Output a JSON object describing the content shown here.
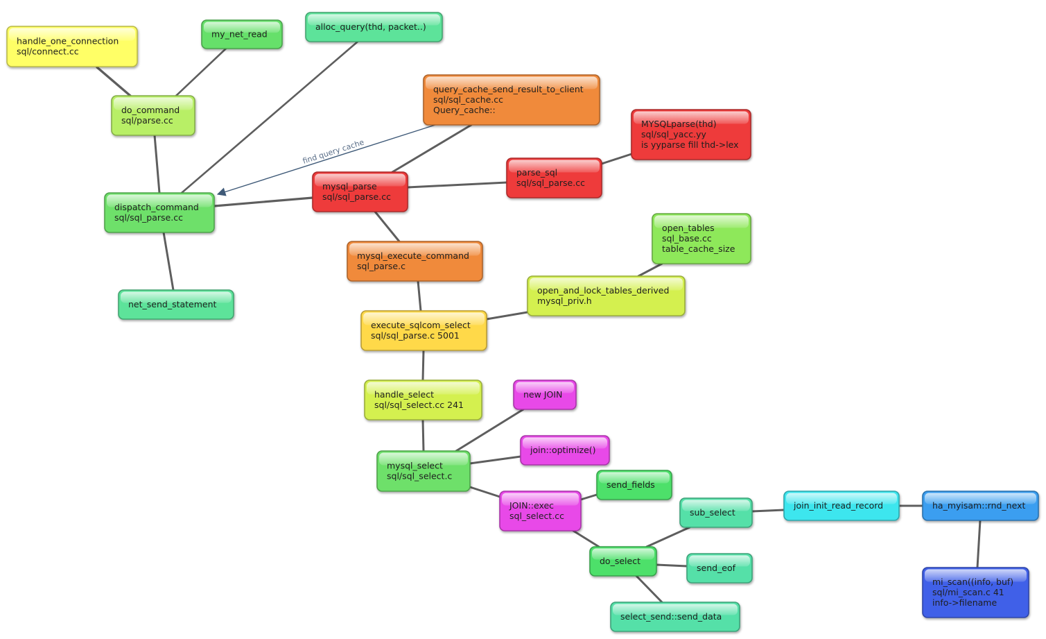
{
  "nodes": [
    {
      "id": "handle_one_connection",
      "lines": [
        "handle_one_connection",
        "sql/connect.cc"
      ],
      "color": "#ffff66"
    },
    {
      "id": "my_net_read",
      "lines": [
        "my_net_read"
      ],
      "color": "#66e06a"
    },
    {
      "id": "alloc_query",
      "lines": [
        "alloc_query(thd, packet..)"
      ],
      "color": "#5de39a"
    },
    {
      "id": "do_command",
      "lines": [
        "do_command",
        "sql/parse.cc"
      ],
      "color": "#b8ef66"
    },
    {
      "id": "query_cache_send_result_to_client",
      "lines": [
        "query_cache_send_result_to_client",
        "sql/sql_cache.cc",
        "Query_cache::"
      ],
      "color": "#f08a3a"
    },
    {
      "id": "MYSQLparse",
      "lines": [
        "MYSQLparse(thd)",
        "sql/sql_yacc.yy",
        "is yyparse fill thd->lex"
      ],
      "color": "#ee3b3b"
    },
    {
      "id": "dispatch_command",
      "lines": [
        "dispatch_command",
        "sql/sql_parse.cc"
      ],
      "color": "#6ee06a"
    },
    {
      "id": "mysql_parse",
      "lines": [
        "mysql_parse",
        "sql/sql_parse.cc"
      ],
      "color": "#ee3b3b"
    },
    {
      "id": "parse_sql",
      "lines": [
        "parse_sql",
        "sql/sql_parse.cc"
      ],
      "color": "#ee3b3b"
    },
    {
      "id": "open_tables",
      "lines": [
        "open_tables",
        "sql_base.cc",
        "table_cache_size"
      ],
      "color": "#8ee85a"
    },
    {
      "id": "mysql_execute_command",
      "lines": [
        "mysql_execute_command",
        "sql_parse.c"
      ],
      "color": "#f08a3a"
    },
    {
      "id": "net_send_statement",
      "lines": [
        "net_send_statement"
      ],
      "color": "#5de39a"
    },
    {
      "id": "open_and_lock_tables_derived",
      "lines": [
        "open_and_lock_tables_derived",
        "mysql_priv.h"
      ],
      "color": "#d4f050"
    },
    {
      "id": "execute_sqlcom_select",
      "lines": [
        "execute_sqlcom_select",
        "sql/sql_parse.c 5001"
      ],
      "color": "#ffd94a"
    },
    {
      "id": "handle_select",
      "lines": [
        "handle_select",
        "sql/sql_select.cc 241"
      ],
      "color": "#d4f050"
    },
    {
      "id": "new_JOIN",
      "lines": [
        "new JOIN"
      ],
      "color": "#e84ae8"
    },
    {
      "id": "join_optimize",
      "lines": [
        "join::optimize()"
      ],
      "color": "#e84ae8"
    },
    {
      "id": "mysql_select",
      "lines": [
        "mysql_select",
        "sql/sql_select.c"
      ],
      "color": "#6ee06a"
    },
    {
      "id": "send_fields",
      "lines": [
        "send_fields"
      ],
      "color": "#4ee06a"
    },
    {
      "id": "JOIN_exec",
      "lines": [
        "JOIN::exec",
        "sql_select.cc"
      ],
      "color": "#e84ae8"
    },
    {
      "id": "sub_select",
      "lines": [
        "sub_select"
      ],
      "color": "#55e0a8"
    },
    {
      "id": "join_init_read_record",
      "lines": [
        "join_init_read_record"
      ],
      "color": "#3ee6ee"
    },
    {
      "id": "ha_myisam_rnd_next",
      "lines": [
        "ha_myisam::rnd_next"
      ],
      "color": "#3a9ef0"
    },
    {
      "id": "do_select",
      "lines": [
        "do_select"
      ],
      "color": "#4ee06a"
    },
    {
      "id": "send_eof",
      "lines": [
        "send_eof"
      ],
      "color": "#55e0a8"
    },
    {
      "id": "mi_scan",
      "lines": [
        "mi_scan((info, buf)",
        "sql/mi_scan.c 41",
        "info->filename"
      ],
      "color": "#4060e8"
    },
    {
      "id": "select_send_send_data",
      "lines": [
        "select_send::send_data"
      ],
      "color": "#55e0a8"
    }
  ],
  "edges": [
    {
      "from": "handle_one_connection",
      "to": "do_command",
      "kind": "link"
    },
    {
      "from": "my_net_read",
      "to": "do_command",
      "kind": "link"
    },
    {
      "from": "do_command",
      "to": "dispatch_command",
      "kind": "link"
    },
    {
      "from": "alloc_query",
      "to": "dispatch_command",
      "kind": "link"
    },
    {
      "from": "dispatch_command",
      "to": "mysql_parse",
      "kind": "link"
    },
    {
      "from": "dispatch_command",
      "to": "net_send_statement",
      "kind": "link"
    },
    {
      "from": "query_cache_send_result_to_client",
      "to": "mysql_parse",
      "kind": "link"
    },
    {
      "from": "mysql_parse",
      "to": "parse_sql",
      "kind": "link"
    },
    {
      "from": "parse_sql",
      "to": "MYSQLparse",
      "kind": "link"
    },
    {
      "from": "mysql_parse",
      "to": "mysql_execute_command",
      "kind": "link"
    },
    {
      "from": "mysql_execute_command",
      "to": "execute_sqlcom_select",
      "kind": "link"
    },
    {
      "from": "execute_sqlcom_select",
      "to": "open_and_lock_tables_derived",
      "kind": "link"
    },
    {
      "from": "open_and_lock_tables_derived",
      "to": "open_tables",
      "kind": "link"
    },
    {
      "from": "execute_sqlcom_select",
      "to": "handle_select",
      "kind": "link"
    },
    {
      "from": "handle_select",
      "to": "mysql_select",
      "kind": "link"
    },
    {
      "from": "mysql_select",
      "to": "new_JOIN",
      "kind": "link"
    },
    {
      "from": "mysql_select",
      "to": "join_optimize",
      "kind": "link"
    },
    {
      "from": "mysql_select",
      "to": "JOIN_exec",
      "kind": "link"
    },
    {
      "from": "JOIN_exec",
      "to": "send_fields",
      "kind": "link"
    },
    {
      "from": "JOIN_exec",
      "to": "do_select",
      "kind": "link"
    },
    {
      "from": "do_select",
      "to": "sub_select",
      "kind": "link"
    },
    {
      "from": "do_select",
      "to": "send_eof",
      "kind": "link"
    },
    {
      "from": "do_select",
      "to": "select_send_send_data",
      "kind": "link"
    },
    {
      "from": "sub_select",
      "to": "join_init_read_record",
      "kind": "link"
    },
    {
      "from": "join_init_read_record",
      "to": "ha_myisam_rnd_next",
      "kind": "link"
    },
    {
      "from": "ha_myisam_rnd_next",
      "to": "mi_scan",
      "kind": "link"
    },
    {
      "from": "query_cache_send_result_to_client",
      "to": "dispatch_command",
      "kind": "arrow",
      "label": "find query cache"
    }
  ]
}
